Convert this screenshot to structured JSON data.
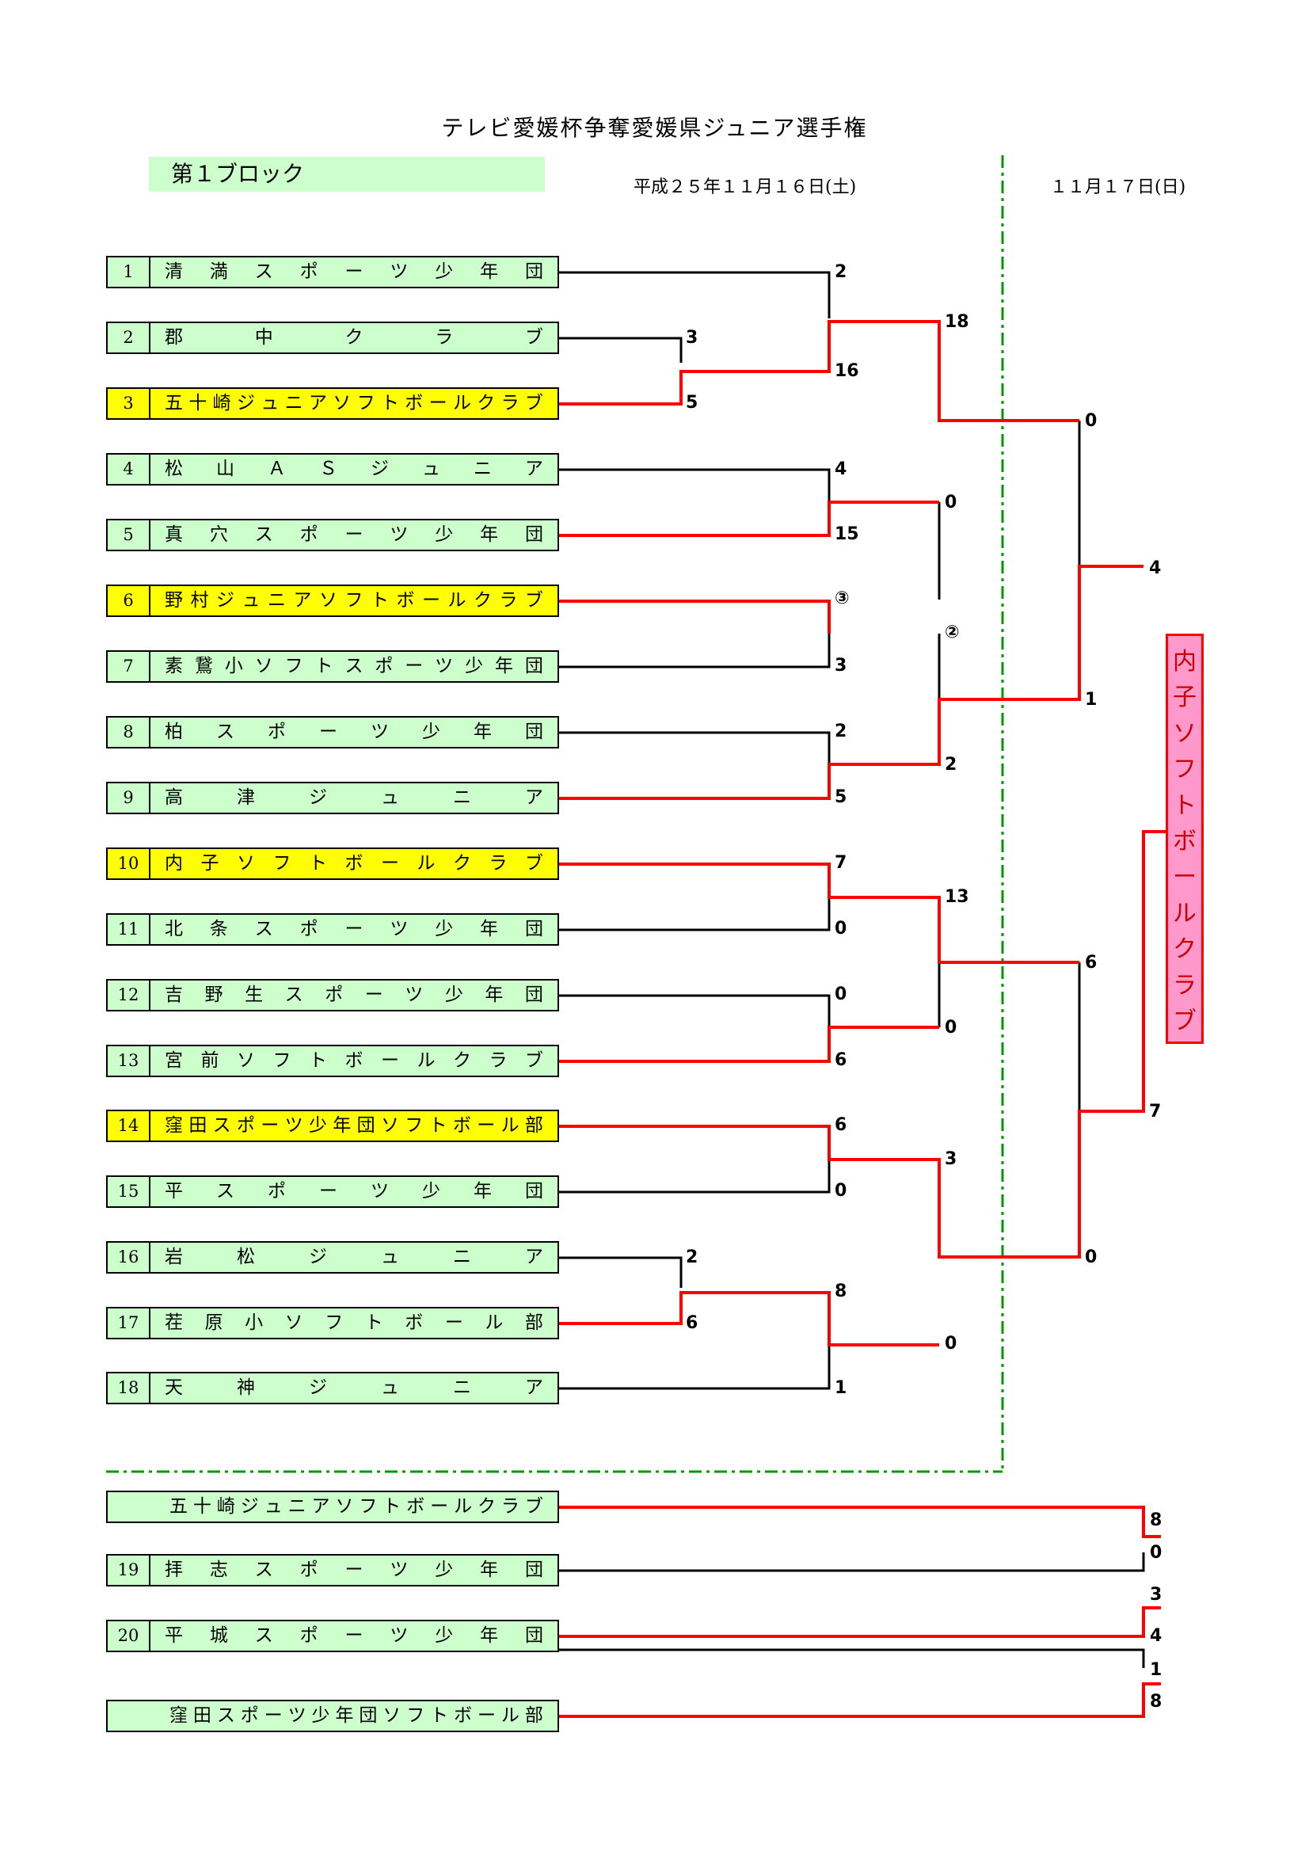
{
  "title": "テレビ愛媛杯争奪愛媛県ジュニア選手権",
  "block": "第１ブロック",
  "date_day1": "平成２５年１１月１６日(土)",
  "date_day2": "１１月１７日(日)",
  "teams": [
    {
      "num": "1",
      "name": "清 満 ス ポ ー ツ 少 年 団"
    },
    {
      "num": "2",
      "name": "郡 中 ク ラ ブ"
    },
    {
      "num": "3",
      "name": "五 十 崎 ジ ュ ニ ア ソ フ ト ボ ー ル ク ラ ブ"
    },
    {
      "num": "4",
      "name": "松 山 Ａ Ｓ ジ ュ ニ ア"
    },
    {
      "num": "5",
      "name": "真 穴 ス ポ ー ツ 少 年 団"
    },
    {
      "num": "6",
      "name": "野 村 ジ ュ ニ ア ソ フ ト ボ ー ル ク ラ ブ"
    },
    {
      "num": "7",
      "name": "素 鵞 小 ソ フ ト ス ポ ー ツ 少 年 団"
    },
    {
      "num": "8",
      "name": "柏 ス ポ ー ツ 少 年 団"
    },
    {
      "num": "9",
      "name": "高 津 ジ ュ ニ ア"
    },
    {
      "num": "10",
      "name": "内 子 ソ フ ト ボ ー ル ク ラ ブ"
    },
    {
      "num": "11",
      "name": "北 条 ス ポ ー ツ 少 年 団"
    },
    {
      "num": "12",
      "name": "吉 野 生 ス ポ ー ツ 少 年 団"
    },
    {
      "num": "13",
      "name": "宮 前 ソ フ ト ボ ー ル ク ラ ブ"
    },
    {
      "num": "14",
      "name": "窪 田 ス ポ ー ツ 少 年 団 ソ フ ト ボ ー ル 部"
    },
    {
      "num": "15",
      "name": "平 ス ポ ー ツ 少 年 団"
    },
    {
      "num": "16",
      "name": "岩 松 ジ ュ ニ ア"
    },
    {
      "num": "17",
      "name": "茬 原 小 ソ フ ト ボ ー ル 部"
    },
    {
      "num": "18",
      "name": "天 神 ジ ュ ニ ア"
    }
  ],
  "highlighted_teams": [
    "3",
    "6",
    "10",
    "14"
  ],
  "playoff_teams": [
    {
      "num": "",
      "name": "五 十 崎 ジ ュ ニ ア ソ フ ト ボ ー ル ク ラ ブ"
    },
    {
      "num": "19",
      "name": "拝 志 ス ポ ー ツ 少 年 団"
    },
    {
      "num": "20",
      "name": "平 城 ス ポ ー ツ 少 年 団"
    },
    {
      "num": "",
      "name": "窪 田 ス ポ ー ツ 少 年 団 ソ フ ト ボ ー ル 部"
    }
  ],
  "scores": {
    "r1_t1": "2",
    "r1_t2": "3",
    "r1_t3": "5",
    "r1_t23w": "16",
    "r1_t4": "4",
    "r1_t5": "15",
    "r1_t6": "③",
    "r1_t7": "3",
    "r1_t8": "2",
    "r1_t9": "5",
    "r1_t10": "7",
    "r1_t11": "0",
    "r1_t12": "0",
    "r1_t13": "6",
    "r1_t14": "6",
    "r1_t15": "0",
    "r1_t16": "2",
    "r1_t17": "6",
    "r1_t17w": "8",
    "r1_t18": "1",
    "r2_a": "18",
    "r2_b": "0",
    "r2_c": "②",
    "r2_d": "2",
    "r2_e": "13",
    "r2_f": "0",
    "r2_g": "3",
    "r2_h": "0",
    "r3_a": "0",
    "r3_b": "1",
    "r3_c": "6",
    "r3_d": "0",
    "final_a": "4",
    "final_b": "7",
    "p1_a": "8",
    "p1_b": "0",
    "p2_a": "3",
    "p2_b": "4",
    "p3_a": "1",
    "p3_b": "8"
  },
  "winner": [
    "内",
    "子",
    "ソ",
    "フ",
    "ト",
    "ボ",
    "ー",
    "ル",
    "ク",
    "ラ",
    "ブ"
  ],
  "colors": {
    "win_line": "#ff0000",
    "lose_line": "#000000",
    "team_bg": "#ccffcc",
    "highlight_bg": "#ffff00",
    "divider": "#009900",
    "winner_bg": "#ff99cc"
  }
}
